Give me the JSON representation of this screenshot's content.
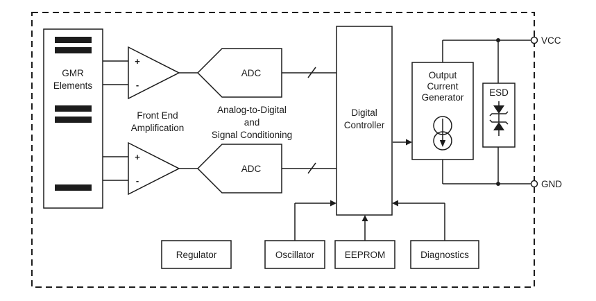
{
  "diagram": {
    "colors": {
      "line": "#1c1c1c",
      "background": "#ffffff"
    },
    "labels": {
      "gmr_elements": {
        "line1": "GMR",
        "line2": "Elements"
      },
      "front_end": {
        "line1": "Front End",
        "line2": "Amplification"
      },
      "amp1": {
        "plus": "+",
        "minus": "-"
      },
      "amp2": {
        "plus": "+",
        "minus": "-"
      },
      "adc1": "ADC",
      "adc2": "ADC",
      "adc_caption": {
        "line1": "Analog-to-Digital",
        "line2": "and",
        "line3": "Signal Conditioning"
      },
      "digital_controller": {
        "line1": "Digital",
        "line2": "Controller"
      },
      "output_current_generator": {
        "line1": "Output",
        "line2": "Current",
        "line3": "Generator"
      },
      "esd": "ESD",
      "vcc": "VCC",
      "gnd": "GND",
      "regulator": "Regulator",
      "oscillator": "Oscillator",
      "eeprom": "EEPROM",
      "diagnostics": "Diagnostics"
    }
  }
}
